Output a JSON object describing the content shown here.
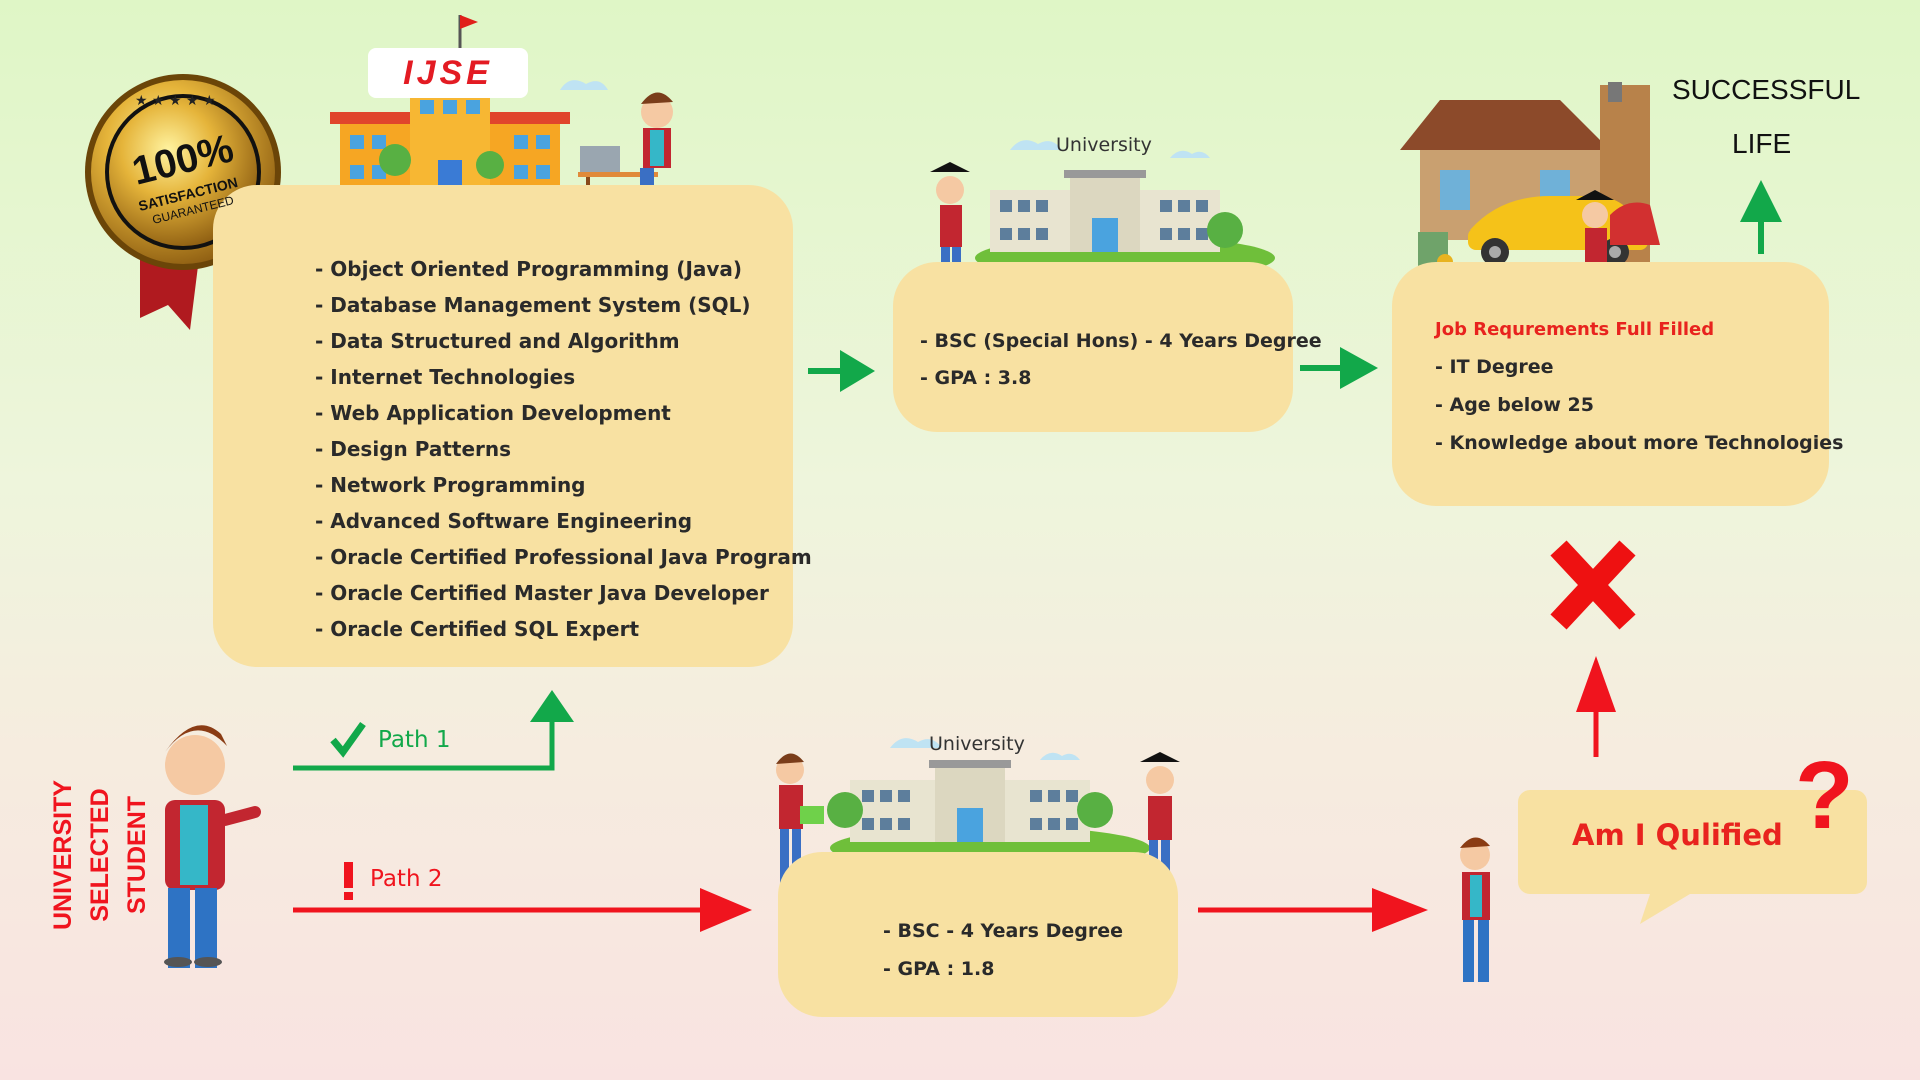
{
  "ijse": {
    "logo": "IJSE",
    "subjects": [
      "- Object Oriented Programming (Java)",
      "- Database Management System (SQL)",
      "- Data Structured and Algorithm",
      "- Internet Technologies",
      "- Web Application Development",
      "- Design Patterns",
      "- Network Programming",
      "- Advanced Software Engineering",
      "- Oracle Certified Professional Java Program",
      "- Oracle Certified Master Java Developer",
      "- Oracle Certified SQL Expert"
    ]
  },
  "badge": {
    "percent": "100%",
    "line1": "SATISFACTION",
    "line2": "GUARANTEED"
  },
  "university_top": {
    "label": "University",
    "items": [
      "- BSC (Special Hons) - 4 Years Degree",
      "- GPA : 3.8"
    ]
  },
  "job": {
    "title": "Job Requrements Full Filled",
    "items": [
      "- IT Degree",
      "- Age below 25",
      "- Knowledge about more Technologies"
    ]
  },
  "success": {
    "line1": "SUCCESSFUL",
    "line2": "LIFE"
  },
  "student_label": {
    "line1": "UNIVERSITY SELECTED",
    "line2": "STUDENT"
  },
  "path1": {
    "label": "Path 1"
  },
  "path2": {
    "label": "Path 2"
  },
  "university_bottom": {
    "label": "University",
    "items": [
      "- BSC - 4 Years Degree",
      "- GPA : 1.8"
    ]
  },
  "question": {
    "text": "Am I Qulified",
    "mark": "?"
  },
  "colors": {
    "green": "#12a84a",
    "red": "#f0141e",
    "box": "#f8e1a2",
    "title_red": "#e8231e"
  }
}
